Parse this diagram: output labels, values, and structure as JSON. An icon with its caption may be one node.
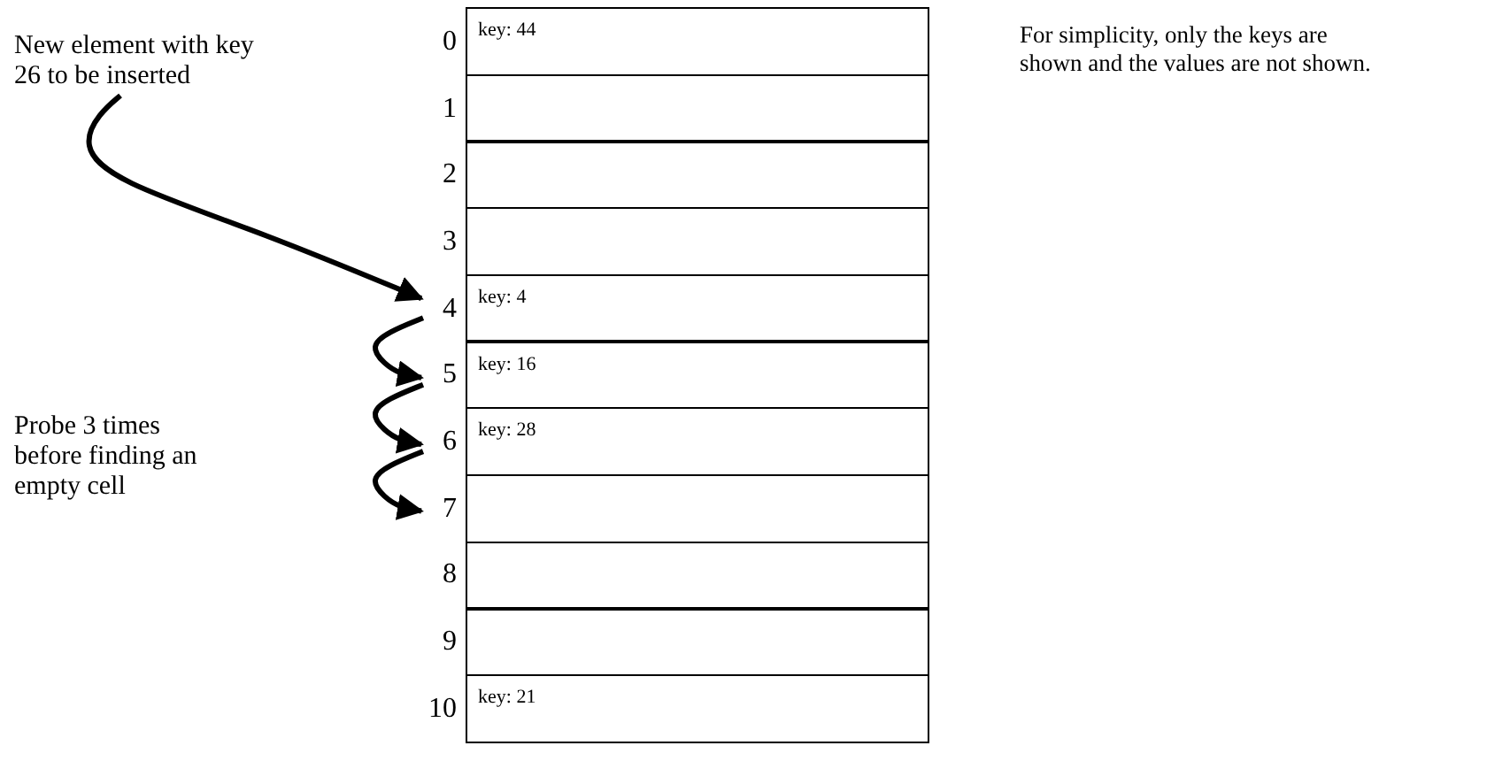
{
  "diagram": {
    "nodes": [
      {
        "text": [
          "New element with key 26 to be inserted"
        ]
      },
      {
        "text": [
          "key: 44"
        ],
        "beside": [
          "0"
        ]
      },
      {
        "text": [],
        "shape": "box",
        "beside": [
          "1"
        ]
      },
      {
        "text": [],
        "shape": "box",
        "beside": [
          "2"
        ]
      },
      {
        "text": [],
        "shape": "box",
        "beside": [
          "3"
        ]
      },
      {
        "text": [
          "key: 4"
        ],
        "beside": [
          "4"
        ]
      },
      {
        "text": [
          "key: 16"
        ],
        "beside": [
          "5"
        ]
      },
      {
        "text": [
          "key: 28"
        ],
        "beside": [
          "6"
        ]
      },
      {
        "text": [],
        "shape": "box",
        "beside": [
          "7"
        ]
      },
      {
        "text": [],
        "shape": "box",
        "beside": [
          "8"
        ]
      },
      {
        "text": [],
        "shape": "box",
        "beside": [
          "9"
        ]
      },
      {
        "text": [
          "key: 21"
        ],
        "beside": [
          "10"
        ]
      },
      {
        "text": [
          "Probe 3 times before finding an empty cell"
        ]
      }
    ],
    "edges": [
      {
        "from": 0,
        "to": 5,
        "arrow": "to"
      },
      {
        "from": 5,
        "to": 6,
        "arrow": "to"
      },
      {
        "from": 6,
        "to": 7,
        "arrow": "to"
      },
      {
        "from": 7,
        "to": 8,
        "arrow": "to"
      }
    ],
    "labels": [
      "For simplicity, only the keys are shown and the values are not shown."
    ]
  }
}
